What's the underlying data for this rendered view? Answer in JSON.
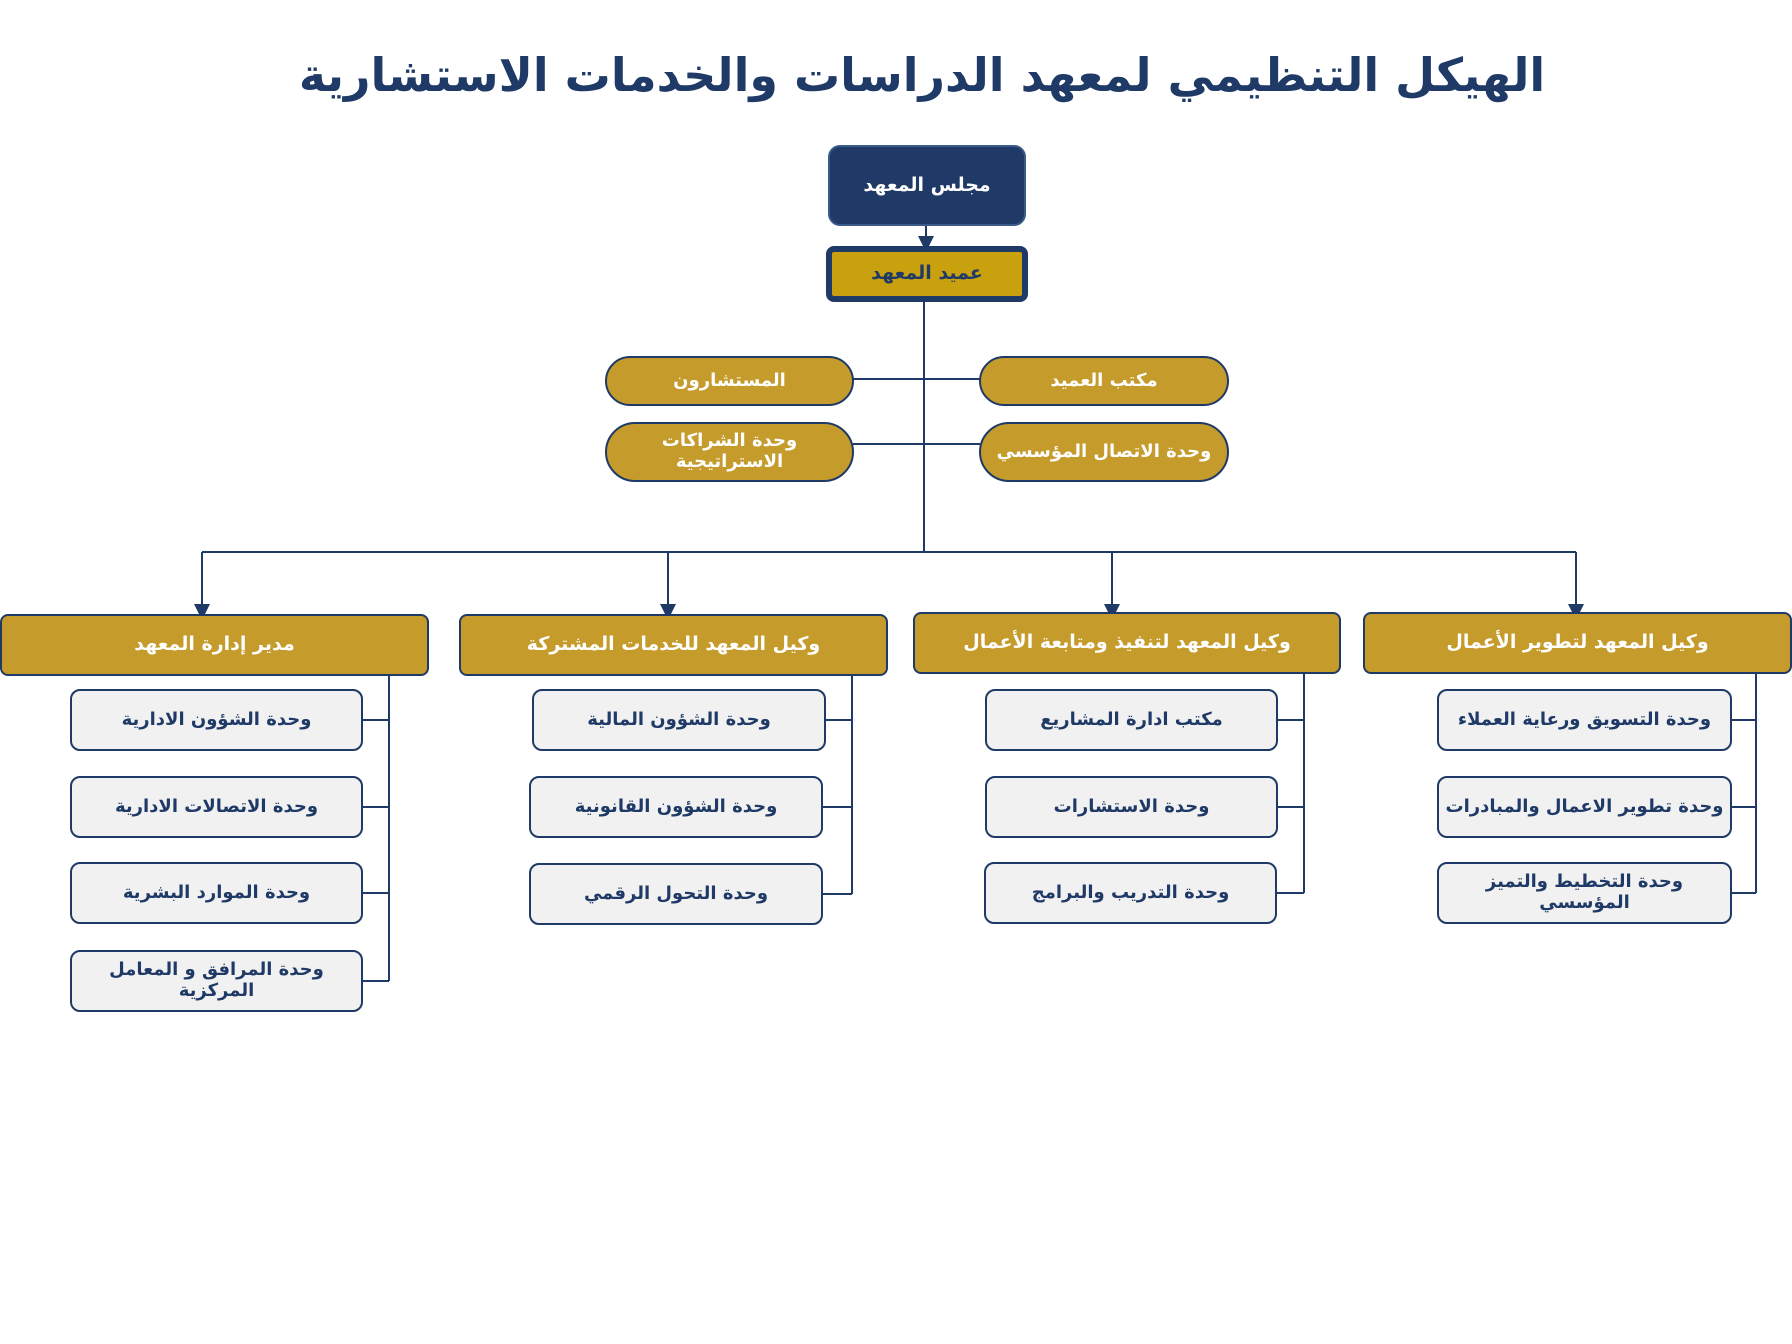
{
  "title": "الهيكل التنظيمي لمعهد الدراسات والخدمات الاستشارية",
  "top": {
    "council": "مجلس المعهد",
    "dean": "عميد المعهد"
  },
  "offices": {
    "consultants": "المستشارون",
    "strategic_partnerships": "وحدة الشراكات الاستراتيجية",
    "dean_office": "مكتب العميد",
    "corporate_communication": "وحدة الاتصال المؤسسي"
  },
  "branches": [
    {
      "head": "وكيل المعهد لتطوير الأعمال",
      "units": [
        "وحدة التسويق ورعاية العملاء",
        "وحدة تطوير الاعمال والمبادرات",
        "وحدة التخطيط والتميز المؤسسي"
      ]
    },
    {
      "head": "وكيل المعهد لتنفيذ ومتابعة الأعمال",
      "units": [
        "مكتب ادارة المشاريع",
        "وحدة الاستشارات",
        "وحدة التدريب والبرامج"
      ]
    },
    {
      "head": "وكيل المعهد للخدمات المشتركة",
      "units": [
        "وحدة الشؤون المالية",
        "وحدة الشؤون القانونية",
        "وحدة التحول الرقمي"
      ]
    },
    {
      "head": "مدير إدارة المعهد",
      "units": [
        "وحدة الشؤون الادارية",
        "وحدة الاتصالات الادارية",
        "وحدة الموارد البشرية",
        "وحدة المرافق و المعامل المركزية"
      ]
    }
  ],
  "colors": {
    "navy": "#1f3a66",
    "gold": "#c59b2b",
    "dean_gold": "#c9a00e",
    "unit_fill": "#f1f1f1"
  }
}
